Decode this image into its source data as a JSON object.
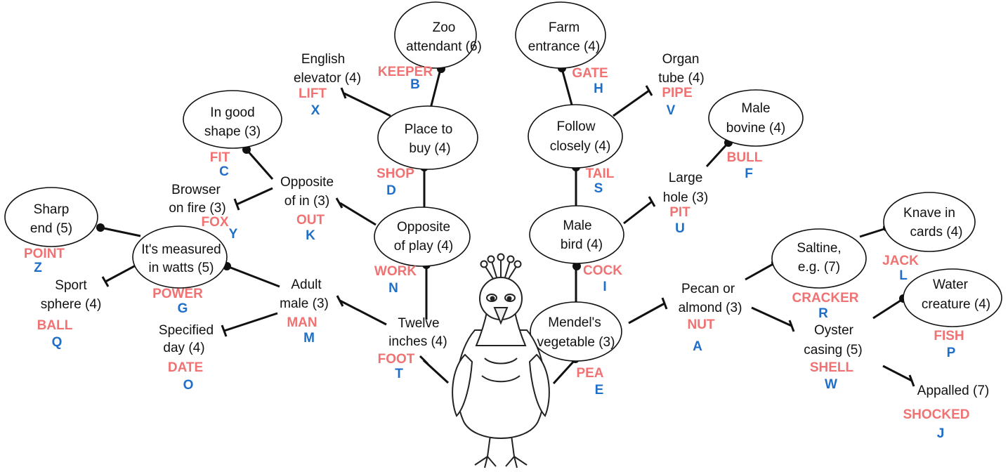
{
  "colors": {
    "answer": "#f07272",
    "letter": "#1f6fc9",
    "line": "#111111"
  },
  "character": {
    "icon": "peacock-icon"
  },
  "nodes": {
    "zoo_attendant": {
      "line1": "Zoo",
      "line2": "attendant (6)",
      "answer": "KEEPER",
      "letter": "B"
    },
    "farm_entrance": {
      "line1": "Farm",
      "line2": "entrance (4)",
      "answer": "GATE",
      "letter": "H"
    },
    "english_elevator": {
      "line1": "English",
      "line2": "elevator (4)",
      "answer": "LIFT",
      "letter": "X"
    },
    "organ_tube": {
      "line1": "Organ",
      "line2": "tube (4)",
      "answer": "PIPE",
      "letter": "V"
    },
    "place_to_buy": {
      "line1": "Place to",
      "line2": "buy (4)",
      "answer": "SHOP",
      "letter": "D"
    },
    "follow_closely": {
      "line1": "Follow",
      "line2": "closely (4)",
      "answer": "TAIL",
      "letter": "S"
    },
    "in_good_shape": {
      "line1": "In good",
      "line2": "shape (3)",
      "answer": "FIT",
      "letter": "C"
    },
    "male_bovine": {
      "line1": "Male",
      "line2": "bovine (4)",
      "answer": "BULL",
      "letter": "F"
    },
    "opposite_of_in": {
      "line1": "Opposite",
      "line2": "of in (3)",
      "answer": "OUT",
      "letter": "K"
    },
    "large_hole": {
      "line1": "Large",
      "line2": "hole (3)",
      "answer": "PIT",
      "letter": "U"
    },
    "browser_on_fire": {
      "line1": "Browser",
      "line2": "on fire (3)",
      "answer": "FOX",
      "letter": "Y"
    },
    "sharp_end": {
      "line1": "Sharp",
      "line2": "end (5)",
      "answer": "POINT",
      "letter": "Z"
    },
    "opposite_of_play": {
      "line1": "Opposite",
      "line2": "of play (4)",
      "answer": "WORK",
      "letter": "N"
    },
    "male_bird": {
      "line1": "Male",
      "line2": "bird (4)",
      "answer": "COCK",
      "letter": "I"
    },
    "knave_in_cards": {
      "line1": "Knave in",
      "line2": "cards (4)",
      "answer": "JACK",
      "letter": "L"
    },
    "measured_in_watts": {
      "line1": "It's measured",
      "line2": "in watts (5)",
      "answer": "POWER",
      "letter": "G"
    },
    "saltine": {
      "line1": "Saltine,",
      "line2": "e.g. (7)",
      "answer": "CRACKER",
      "letter": "R"
    },
    "sport_sphere": {
      "line1": "Sport",
      "line2": "sphere (4)",
      "answer": "BALL",
      "letter": "Q"
    },
    "adult_male": {
      "line1": "Adult",
      "line2": "male (3)",
      "answer": "MAN",
      "letter": "M"
    },
    "pecan_or_almond": {
      "line1": "Pecan or",
      "line2": "almond (3)",
      "answer": "NUT",
      "letter": "A"
    },
    "water_creature": {
      "line1": "Water",
      "line2": "creature (4)",
      "answer": "FISH",
      "letter": "P"
    },
    "specified_day": {
      "line1": "Specified",
      "line2": "day (4)",
      "answer": "DATE",
      "letter": "O"
    },
    "twelve_inches": {
      "line1": "Twelve",
      "line2": "inches (4)",
      "answer": "FOOT",
      "letter": "T"
    },
    "mendels_vegetable": {
      "line1": "Mendel's",
      "line2": "vegetable (3)",
      "answer": "PEA",
      "letter": "E"
    },
    "oyster_casing": {
      "line1": "Oyster",
      "line2": "casing (5)",
      "answer": "SHELL",
      "letter": "W"
    },
    "appalled": {
      "line1": "Appalled (7)",
      "answer": "SHOCKED",
      "letter": "J"
    }
  }
}
